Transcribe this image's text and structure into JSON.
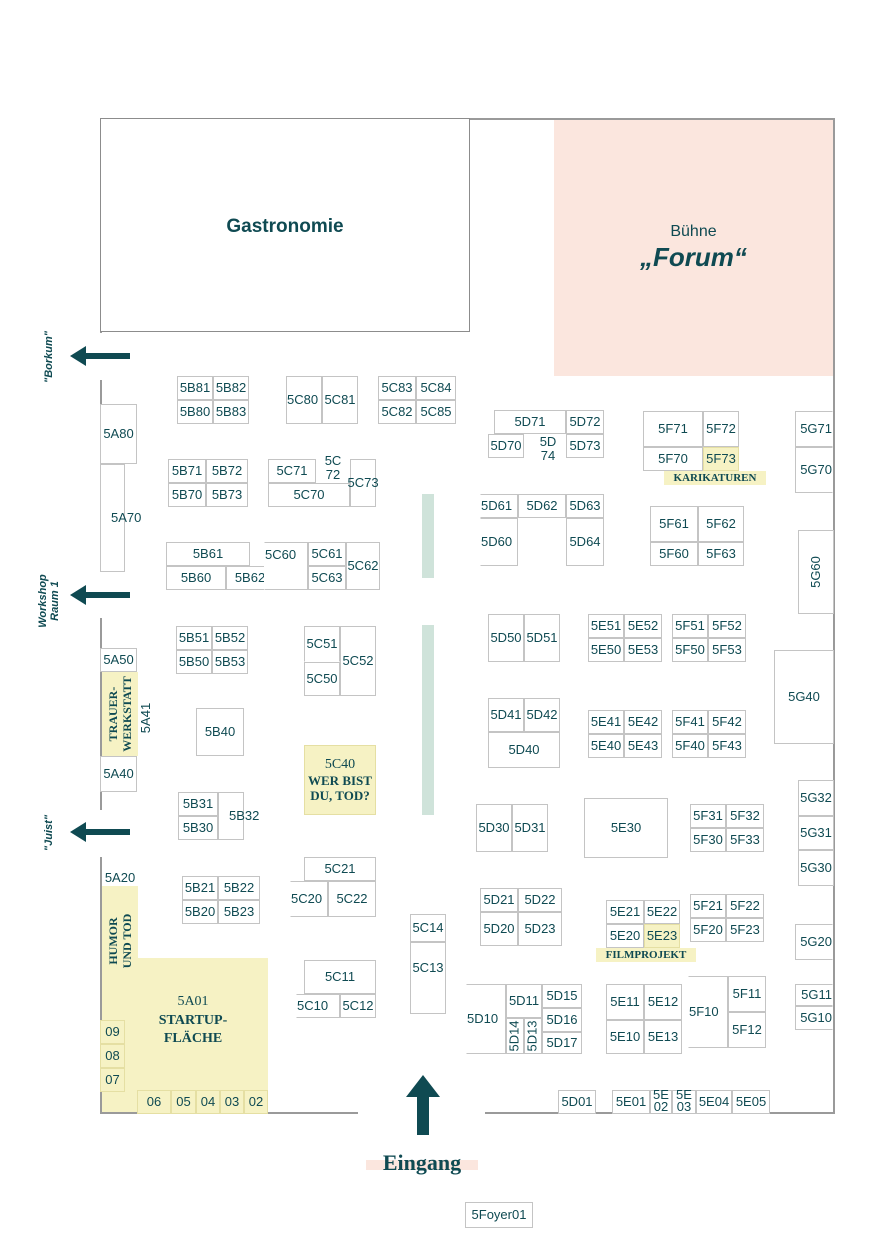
{
  "areas": {
    "gastronomie": "Gastronomie",
    "stage_small": "Bühne",
    "stage_big": "„Forum“",
    "entrance": "Eingang",
    "foyer": "5Foyer01",
    "startup_line1": "5A01",
    "startup_line2": "STARTUP-",
    "startup_line3": "FLÄCHE",
    "trauer": "TRAUER-\nWERKSTATT",
    "humor": "HUMOR\nUND TOD",
    "wer_bist_1": "5C40",
    "wer_bist_2": "WER BIST",
    "wer_bist_3": "DU, TOD?",
    "karikaturen": "KARIKATUREN",
    "filmprojekt": "FILMPROJEKT"
  },
  "exits": {
    "borkum": "\"Borkum\"",
    "workshop": "Workshop\nRaum 1",
    "juist": "\"Juist\""
  },
  "booths": {
    "5A80": "5A80",
    "5A70": "5A70",
    "5A50": "5A50",
    "5A41": "5A41",
    "5A40": "5A40",
    "5A20": "5A20",
    "09": "09",
    "08": "08",
    "07": "07",
    "06": "06",
    "05": "05",
    "04": "04",
    "03": "03",
    "02": "02",
    "5B81": "5B81",
    "5B82": "5B82",
    "5B80": "5B80",
    "5B83": "5B83",
    "5B71": "5B71",
    "5B72": "5B72",
    "5B70": "5B70",
    "5B73": "5B73",
    "5B61": "5B61",
    "5B60": "5B60",
    "5B62": "5B62",
    "5B51": "5B51",
    "5B52": "5B52",
    "5B50": "5B50",
    "5B53": "5B53",
    "5B40": "5B40",
    "5B31": "5B31",
    "5B30": "5B30",
    "5B32": "5B32",
    "5B21": "5B21",
    "5B22": "5B22",
    "5B20": "5B20",
    "5B23": "5B23",
    "5C80": "5C80",
    "5C81": "5C81",
    "5C83": "5C83",
    "5C84": "5C84",
    "5C82": "5C82",
    "5C85": "5C85",
    "5C71": "5C71",
    "5C72": "5C\n72",
    "5C70": "5C70",
    "5C73": "5C73",
    "5C60": "5C60",
    "5C61": "5C61",
    "5C63": "5C63",
    "5C62": "5C62",
    "5C51": "5C51",
    "5C50": "5C50",
    "5C52": "5C52",
    "5C21": "5C21",
    "5C20": "5C20",
    "5C22": "5C22",
    "5C14": "5C14",
    "5C13": "5C13",
    "5C11": "5C11",
    "5C10": "5C10",
    "5C12": "5C12",
    "5D71": "5D71",
    "5D72": "5D72",
    "5D70": "5D70",
    "5D74": "5D\n74",
    "5D73": "5D73",
    "5D61": "5D61",
    "5D62": "5D62",
    "5D63": "5D63",
    "5D60": "5D60",
    "5D64": "5D64",
    "5D50": "5D50",
    "5D51": "5D51",
    "5D41": "5D41",
    "5D42": "5D42",
    "5D40": "5D40",
    "5D30": "5D30",
    "5D31": "5D31",
    "5D21": "5D21",
    "5D22": "5D22",
    "5D20": "5D20",
    "5D23": "5D23",
    "5D10": "5D10",
    "5D11": "5D11",
    "5D15": "5D15",
    "5D16": "5D16",
    "5D17": "5D17",
    "5D14": "5D14",
    "5D13": "5D13",
    "5D01": "5D01",
    "5E51": "5E51",
    "5E52": "5E52",
    "5E50": "5E50",
    "5E53": "5E53",
    "5E41": "5E41",
    "5E42": "5E42",
    "5E40": "5E40",
    "5E43": "5E43",
    "5E30": "5E30",
    "5E21": "5E21",
    "5E22": "5E22",
    "5E20": "5E20",
    "5E23": "5E23",
    "5E11": "5E11",
    "5E12": "5E12",
    "5E10": "5E10",
    "5E13": "5E13",
    "5E01": "5E01",
    "5E02": "5E\n02",
    "5E03": "5E\n03",
    "5E04": "5E04",
    "5E05": "5E05",
    "5F71": "5F71",
    "5F72": "5F72",
    "5F70": "5F70",
    "5F73": "5F73",
    "5F61": "5F61",
    "5F62": "5F62",
    "5F60": "5F60",
    "5F63": "5F63",
    "5F51": "5F51",
    "5F52": "5F52",
    "5F50": "5F50",
    "5F53": "5F53",
    "5F41": "5F41",
    "5F42": "5F42",
    "5F40": "5F40",
    "5F43": "5F43",
    "5F31": "5F31",
    "5F32": "5F32",
    "5F30": "5F30",
    "5F33": "5F33",
    "5F21": "5F21",
    "5F22": "5F22",
    "5F20": "5F20",
    "5F23": "5F23",
    "5F10": "5F10",
    "5F11": "5F11",
    "5F12": "5F12",
    "5G71": "5G71",
    "5G70": "5G70",
    "5G60": "5G60",
    "5G40": "5G40",
    "5G32": "5G32",
    "5G31": "5G31",
    "5G30": "5G30",
    "5G20": "5G20",
    "5G11": "5G11",
    "5G10": "5G10"
  },
  "colors": {
    "text": "#0f4a52",
    "stage": "#fbe6de",
    "highlight": "#f6f2c4",
    "aisle": "#cfe3da",
    "wall": "#9a9a9a"
  }
}
